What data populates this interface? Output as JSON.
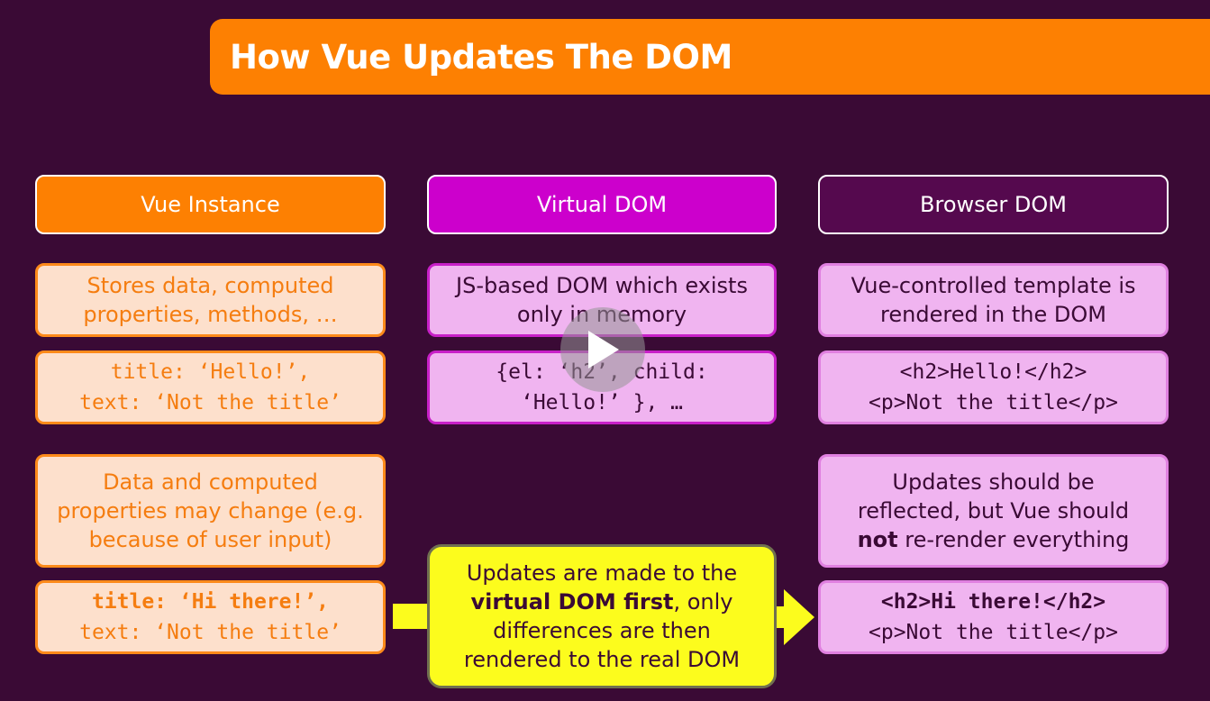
{
  "title": "How Vue Updates The DOM",
  "columns": {
    "vue_instance": {
      "header": "Vue Instance",
      "desc": [
        "Stores data, computed",
        "properties, methods, …"
      ],
      "code1": [
        "title: ‘Hello!’,",
        "text: ‘Not the title’"
      ],
      "change": [
        "Data and computed",
        "properties may change (e.g.",
        "because of user input)"
      ],
      "code2_bold": "title: ‘Hi there!’,",
      "code2_rest": "text: ‘Not the title’"
    },
    "virtual_dom": {
      "header": "Virtual DOM",
      "desc": [
        "JS-based DOM which exists",
        "only in memory"
      ],
      "code1": [
        "{el: ‘h2’, child:",
        "‘Hello!’ }, …"
      ],
      "update_line1": "Updates are made to the",
      "update_bold": "virtual DOM first",
      "update_line2_rest": ", only",
      "update_line3": "differences are then",
      "update_line4": "rendered to the real DOM"
    },
    "browser_dom": {
      "header": "Browser DOM",
      "desc": [
        "Vue-controlled template is",
        "rendered in the DOM"
      ],
      "code1": [
        "<h2>Hello!</h2>",
        "<p>Not the title</p>"
      ],
      "reflect_line1": "Updates should be",
      "reflect_line2": "reflected, but Vue should",
      "reflect_bold": "not",
      "reflect_line3_rest": " re-render everything",
      "code2_bold": "<h2>Hi there!</h2>",
      "code2_rest": "<p>Not the title</p>"
    }
  },
  "colors": {
    "background": "#3a0a35",
    "orange": "#fd8002",
    "magenta": "#cc00cc",
    "dark_purple": "#55094e",
    "yellow": "#fcfc1d"
  },
  "icons": [
    "play-icon",
    "arrow-right-icon"
  ]
}
